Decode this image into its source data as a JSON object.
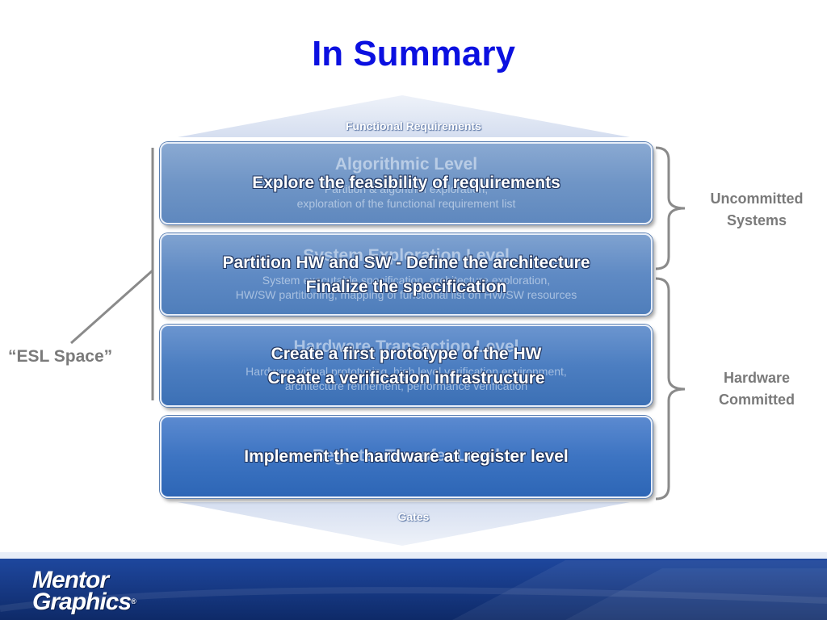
{
  "title": "In Summary",
  "top_arrow_label": "Functional Requirements",
  "bottom_arrow_label": "Gates",
  "levels": [
    {
      "name": "Algorithmic Level",
      "description": [
        "Partition & algorithm exploration,",
        "exploration of the functional requirement list"
      ],
      "summary": [
        "Explore the feasibility of requirements"
      ]
    },
    {
      "name": "System Exploration Level",
      "description": [
        "System executable specification, architecture exploration,",
        "HW/SW partitioning, mapping of functional list on HW/SW resources"
      ],
      "summary": [
        "Partition HW and SW - Define the architecture",
        "Finalize the specification"
      ]
    },
    {
      "name": "Hardware Transaction Level",
      "description": [
        "Hardware virtual prototyping, high level verification environment,",
        "architecture refinement, performance verification"
      ],
      "summary": [
        "Create a first prototype of the HW",
        "Create a verification infrastructure"
      ]
    },
    {
      "name": "Register Transfer Level",
      "description": [],
      "summary": [
        "Implement the hardware at register level"
      ]
    }
  ],
  "right_labels": {
    "uncommitted": [
      "Uncommitted",
      "Systems"
    ],
    "committed": [
      "Hardware",
      "Committed"
    ]
  },
  "esl_label": "“ESL Space”",
  "logo": [
    "Mentor",
    "Graphics"
  ],
  "logo_mark": "®",
  "colors": {
    "title": "#0b10e0",
    "side_text": "#7a7a7a",
    "footer": "#1a3f8f"
  }
}
